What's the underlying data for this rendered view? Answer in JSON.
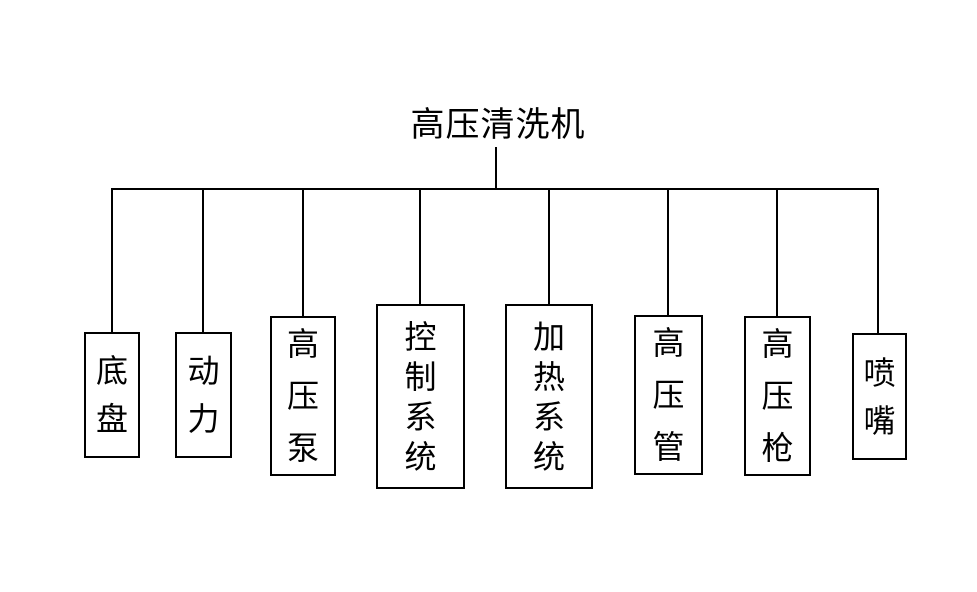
{
  "diagram": {
    "type": "tree",
    "title": "高压清洗机",
    "nodes": [
      {
        "id": "chassis",
        "label": "底盘"
      },
      {
        "id": "power",
        "label": "动力"
      },
      {
        "id": "high-pressure-pump",
        "label": "高压泵"
      },
      {
        "id": "control-system",
        "label": "控制系统"
      },
      {
        "id": "heating-system",
        "label": "加热系统"
      },
      {
        "id": "high-pressure-pipe",
        "label": "高压管"
      },
      {
        "id": "high-pressure-gun",
        "label": "高压枪"
      },
      {
        "id": "nozzle",
        "label": "喷嘴"
      }
    ]
  },
  "colors": {
    "line": "#000000",
    "text": "#000000",
    "background": "#ffffff"
  }
}
